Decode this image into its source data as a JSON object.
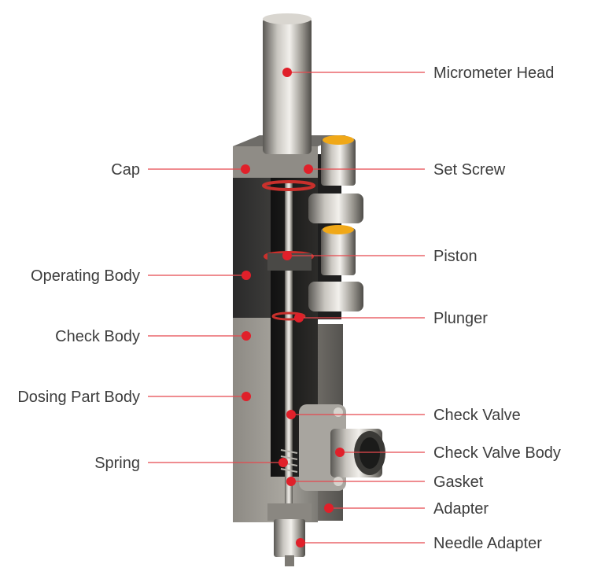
{
  "diagram": {
    "accent_color": "#e0202a",
    "left_labels": [
      "Cap",
      "Operating Body",
      "Check Body",
      "Dosing Part Body",
      "Spring"
    ],
    "right_labels": [
      "Micrometer Head",
      "Set Screw",
      "Piston",
      "Plunger",
      "Check Valve",
      "Check Valve Body",
      "Gasket",
      "Adapter",
      "Needle Adapter"
    ]
  }
}
